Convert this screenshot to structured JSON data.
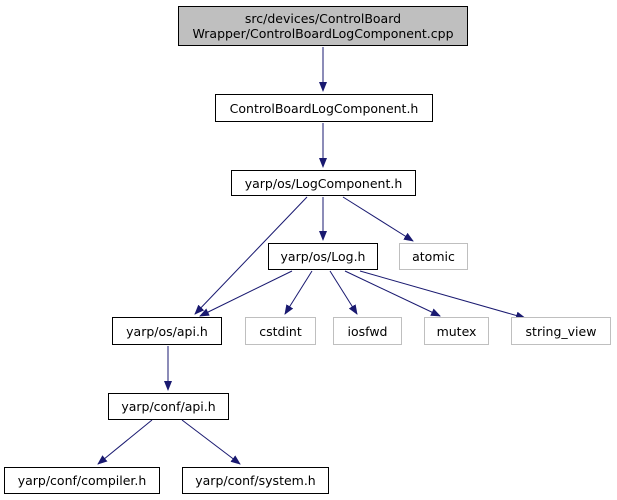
{
  "nodes": {
    "root": {
      "line1": "src/devices/ControlBoard",
      "line2": "Wrapper/ControlBoardLogComponent.cpp"
    },
    "cblc": {
      "label": "ControlBoardLogComponent.h"
    },
    "logcomp": {
      "label": "yarp/os/LogComponent.h"
    },
    "log": {
      "label": "yarp/os/Log.h"
    },
    "atomic": {
      "label": "atomic"
    },
    "osapi": {
      "label": "yarp/os/api.h"
    },
    "cstdint": {
      "label": "cstdint"
    },
    "iosfwd": {
      "label": "iosfwd"
    },
    "mutex": {
      "label": "mutex"
    },
    "string_view": {
      "label": "string_view"
    },
    "confapi": {
      "label": "yarp/conf/api.h"
    },
    "compiler": {
      "label": "yarp/conf/compiler.h"
    },
    "system": {
      "label": "yarp/conf/system.h"
    }
  },
  "colors": {
    "edge": "#191970",
    "root_fill": "#bfbfbf",
    "system_border": "#bfbfbf"
  }
}
